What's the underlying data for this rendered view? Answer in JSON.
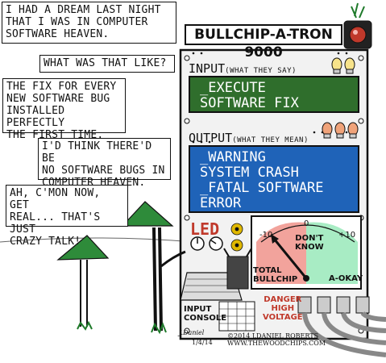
{
  "bubbles": {
    "b1": "I HAD A DREAM LAST NIGHT\nTHAT I WAS IN COMPUTER\nSOFTWARE HEAVEN.",
    "b2": "WHAT WAS THAT LIKE?",
    "b3": "THE FIX FOR EVERY\nNEW SOFTWARE BUG\nINSTALLED PERFECTLY\nTHE FIRST TIME.",
    "b4": "I'D THINK THERE'D BE\nNO SOFTWARE BUGS IN\nCOMPUTER HEAVEN.",
    "b5": "AH, C'MON NOW, GET\nREAL... THAT'S JUST\nCRAZY TALK!"
  },
  "machine": {
    "title": "BULLCHIP-A-TRON 9000",
    "input_label": "INPUT",
    "input_sub": "(WHAT THEY SAY)",
    "input_text": "_EXECUTE\nSOFTWARE FIX",
    "output_label": "OUTPUT",
    "output_sub": "(WHAT THEY MEAN)",
    "output_text": "_WARNING\nSYSTEM CRASH\n_FATAL SOFTWARE\nERROR",
    "led_label": "LED",
    "gauge_left": "TOTAL\nBULLCHIP",
    "gauge_mid": "DON'T\nKNOW",
    "gauge_right": "A-OKAY",
    "gauge_min": "-10",
    "gauge_zero": "0",
    "gauge_max": "+10",
    "console_label": "INPUT\nCONSOLE",
    "danger_label": "DANGER\nHIGH\nVOLTAGE"
  },
  "credits": {
    "signature": "J.Daniel",
    "date": "1/4/14",
    "copyright": "©2014 J.DANIEL ROBERTS",
    "site": "WWW.THEWOODCHIPS.COM"
  },
  "colors": {
    "input_panel": "#2f6e2c",
    "output_panel": "#1f63b8",
    "gauge_red": "#f2a39c",
    "gauge_green": "#a8ecc4",
    "danger_text": "#c0392b",
    "led_red": "#c0392b",
    "machine_face": "#f2f2f2",
    "grass": "#1e7a2a"
  }
}
